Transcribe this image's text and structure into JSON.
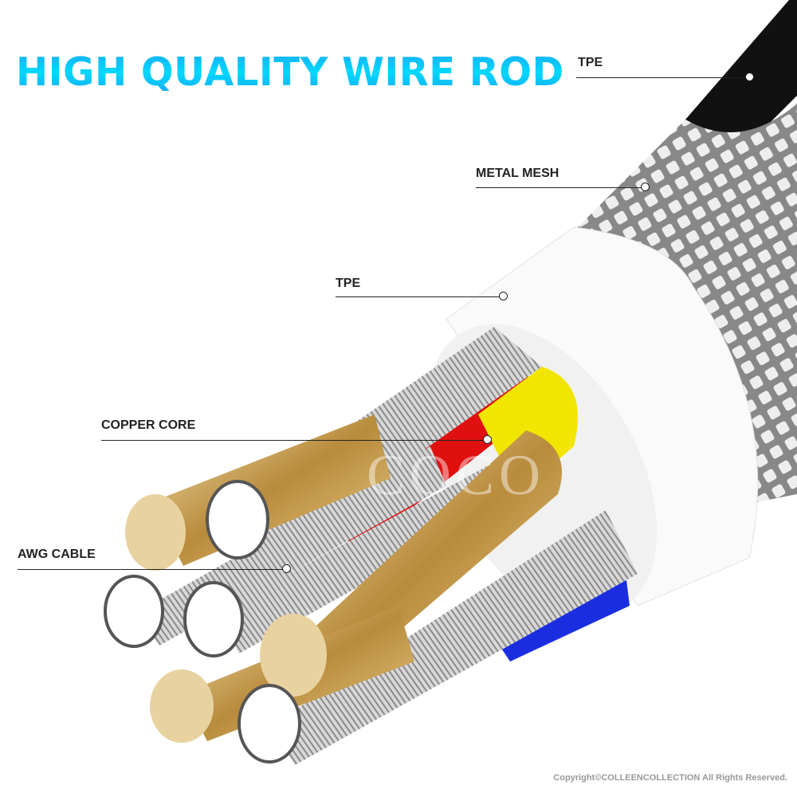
{
  "title": "HIGH QUALITY WIRE ROD",
  "labels": {
    "outer_tpe": "TPE",
    "metal_mesh": "METAL MESH",
    "inner_tpe": "TPE",
    "copper_core": "COPPER CORE",
    "awg_cable": "AWG CABLE"
  },
  "watermark": "COCO",
  "copyright": "Copyright©COLLEENCOLLECTION All Rights Reserved.",
  "colors": {
    "title": "#00c8ff",
    "jacket_outer": "#111111",
    "jacket_inner": "#ffffff",
    "copper": "#c9a55a",
    "red_wire": "#e01010",
    "yellow_wire": "#f2e600",
    "blue_wire": "#1a2ee0"
  }
}
